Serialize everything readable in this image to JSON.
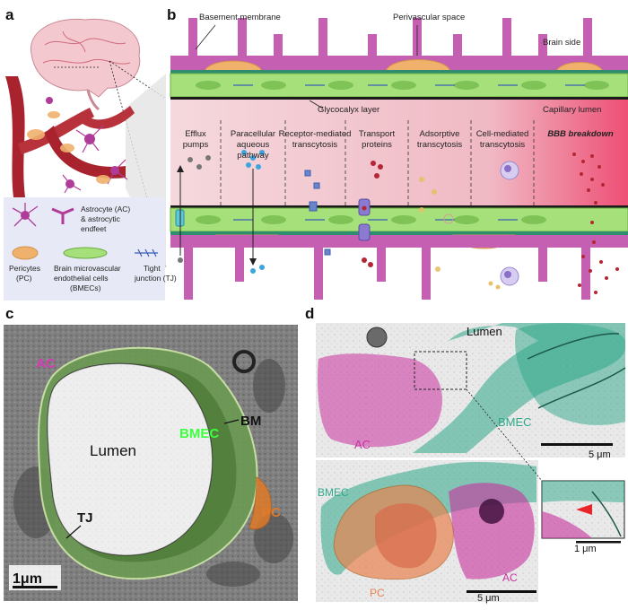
{
  "panels": {
    "a": {
      "letter": "a",
      "legend": {
        "astrocyte": "Astrocyte (AC) & astrocytic endfeet",
        "pericytes": "Pericytes (PC)",
        "bmec": "Brain microvascular endothelial cells (BMECs)",
        "tj": "Tight junction (TJ)"
      }
    },
    "b": {
      "letter": "b",
      "labels": {
        "basement_membrane": "Basement membrane",
        "perivascular_space": "Perivascular space",
        "brain_side": "Brain side",
        "glycocalyx": "Glycocalyx layer",
        "capillary_lumen": "Capillary lumen"
      },
      "mechanisms": [
        "Efflux pumps",
        "Paracellular aqueous pathway",
        "Receptor-mediated transcytosis",
        "Transport proteins",
        "Adsorptive transcytosis",
        "Cell-mediated transcytosis",
        "BBB breakdown"
      ]
    },
    "c": {
      "letter": "c",
      "labels": {
        "ac": "AC",
        "bm": "BM",
        "bmec": "BMEC",
        "lumen": "Lumen",
        "tj": "TJ",
        "pc": "PC"
      },
      "scale_bar": "1μm",
      "colors": {
        "ac": "#d63bb4",
        "bmec": "#3dff3d",
        "pc": "#e07a28"
      }
    },
    "d": {
      "letter": "d",
      "labels": {
        "lumen": "Lumen",
        "bmec_top": "BMEC",
        "ac_top": "AC",
        "bmec_bottom": "BMEC",
        "pc": "PC",
        "ac_bottom": "AC"
      },
      "scale_bars": {
        "top": "5 μm",
        "bottom": "5 μm",
        "inset": "1 μm"
      },
      "colors": {
        "bmec": "#2ea88a",
        "ac": "#c8329f",
        "pc": "#e8844f"
      }
    }
  }
}
